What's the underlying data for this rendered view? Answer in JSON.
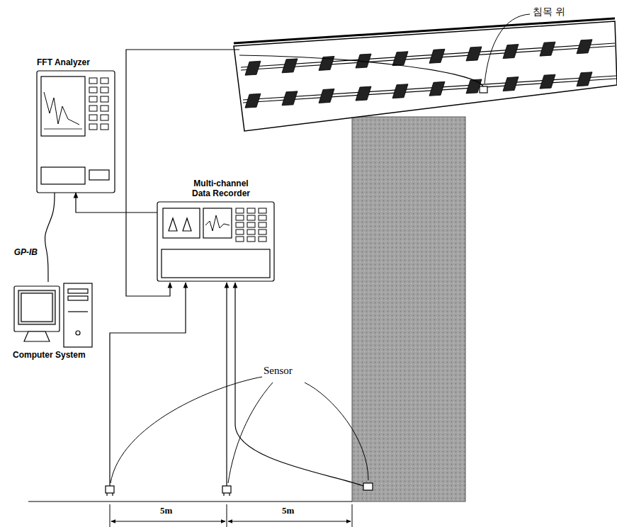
{
  "diagram": {
    "nodes": [
      {
        "text": [
          "FFT Analyzer"
        ]
      },
      {
        "text": [
          "Multi-channel Data Recorder"
        ]
      },
      {
        "text": [
          "Computer System"
        ]
      }
    ],
    "edges": [
      {
        "from": 1,
        "to": 0,
        "arrow": "to"
      },
      {
        "from": 0,
        "to": 2,
        "label": "GP-IB",
        "arrow": "none"
      }
    ],
    "labels": [
      "침목 위",
      "Sensor",
      "5m",
      "5m"
    ]
  }
}
